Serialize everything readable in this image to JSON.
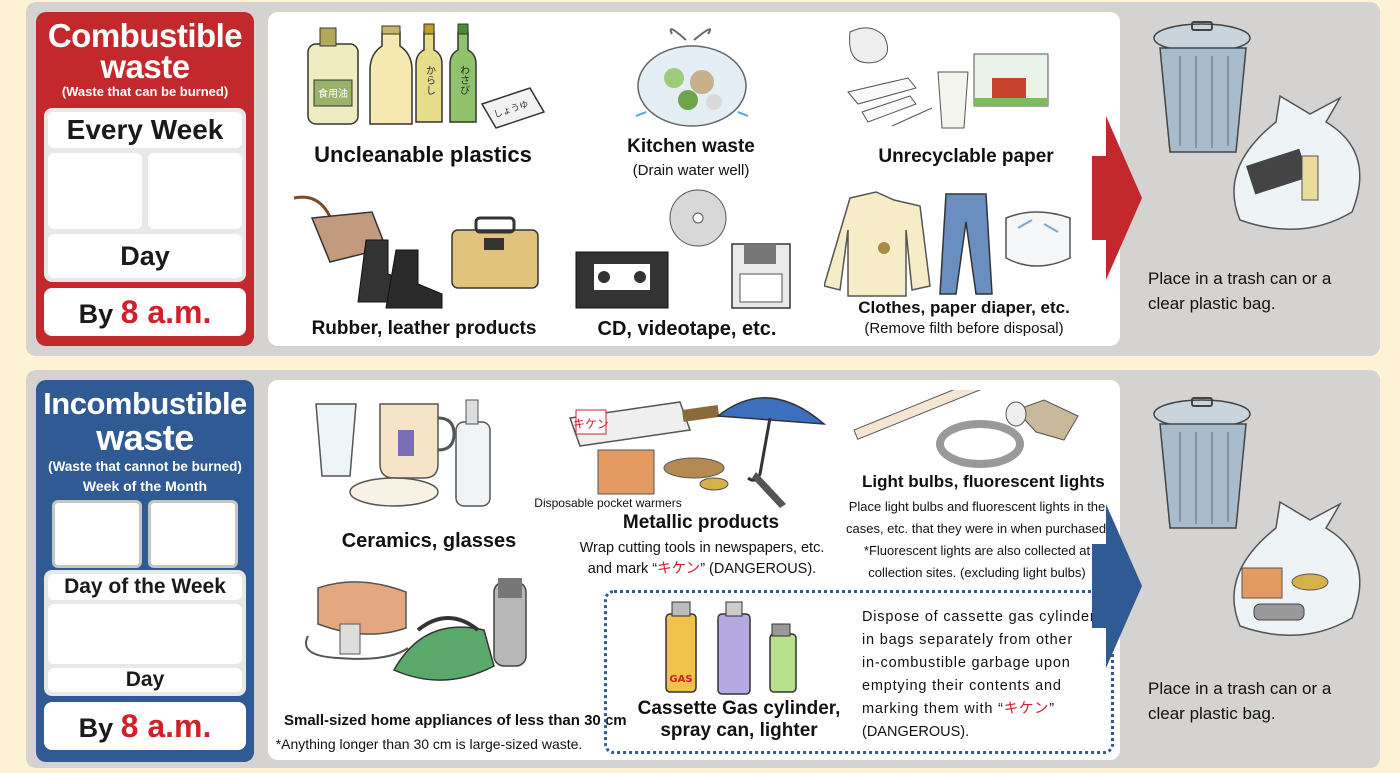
{
  "combustible": {
    "title_1": "Combustible",
    "title_2": "waste",
    "subtitle": "(Waste that can be burned)",
    "schedule_header": "Every Week",
    "day_label": "Day",
    "deadline_by": "By",
    "deadline_time": "8 a.m.",
    "items": {
      "uncleanable_plastics": "Uncleanable plastics",
      "kitchen_waste": "Kitchen waste",
      "kitchen_waste_note": "(Drain water well)",
      "unrecyclable_paper": "Unrecyclable paper",
      "rubber_leather": "Rubber, leather products",
      "cd_videotape": "CD, videotape, etc.",
      "clothes_diaper": "Clothes, paper diaper, etc.",
      "clothes_note": "(Remove filth before disposal)"
    },
    "instruction_1": "Place in a trash can or a",
    "instruction_2": "clear plastic bag.",
    "bottle_labels": {
      "oil": "食用油",
      "karashi": "からし",
      "wasabi": "わさび",
      "shoyu": "しょうゆ"
    }
  },
  "incombustible": {
    "title_1": "Incombustible",
    "title_2": "waste",
    "subtitle": "(Waste that cannot be burned)",
    "subtitle_2": "Week of the Month",
    "day_of_week_label": "Day of the Week",
    "day_label": "Day",
    "deadline_by": "By",
    "deadline_time": "8 a.m.",
    "items": {
      "ceramics": "Ceramics, glasses",
      "pocket_warmers": "Disposable pocket warmers",
      "metallic": "Metallic products",
      "metallic_note_1": "Wrap cutting tools in newspapers, etc.",
      "metallic_note_2_a": "and mark “",
      "metallic_note_2_kiken": "キケン",
      "metallic_note_2_b": "” (DANGEROUS).",
      "bulbs": "Light bulbs, fluorescent lights",
      "bulbs_note_1": "Place light bulbs and fluorescent lights in the",
      "bulbs_note_2": "cases, etc. that they were in when purchased.",
      "bulbs_note_3": "*Fluorescent lights are also collected at",
      "bulbs_note_4": "collection sites. (excluding light bulbs)",
      "appliances": "Small-sized home appliances of less than 30 cm",
      "appliances_note": "*Anything longer than 30 cm is large-sized waste.",
      "gas_1": "Cassette Gas cylinder,",
      "gas_2": "spray can, lighter",
      "gas_note_1": "Dispose of cassette gas cylinders",
      "gas_note_2": "in bags separately from other",
      "gas_note_3": "in-combustible garbage upon",
      "gas_note_4": "emptying their contents and",
      "gas_note_5_a": "marking them with “",
      "gas_note_5_kiken": "キケン",
      "gas_note_5_b": "”",
      "gas_note_6": "(DANGEROUS).",
      "gas_can_label": "GAS",
      "kiken_tag": "キケン"
    },
    "instruction_1": "Place in a trash can or a",
    "instruction_2": "clear plastic bag."
  },
  "colors": {
    "combustible": "#c3282c",
    "incombustible": "#2f5a94",
    "background": "#fdf3d4"
  }
}
